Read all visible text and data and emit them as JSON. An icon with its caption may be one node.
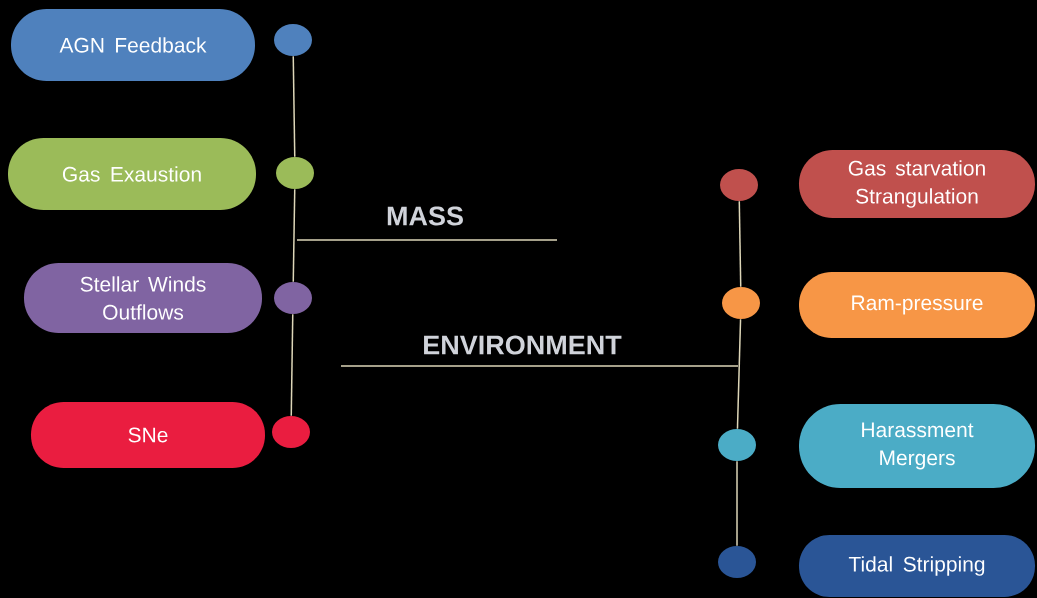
{
  "diagram": {
    "nodes": [
      {
        "text": [
          "AGN Feedback"
        ]
      },
      {
        "text": [
          "Gas Exaustion"
        ]
      },
      {
        "text": [
          "Stellar Winds Outflows"
        ]
      },
      {
        "text": [
          "SNe"
        ]
      },
      {
        "text": [],
        "shape": "circle"
      },
      {
        "text": [],
        "shape": "circle"
      },
      {
        "text": [],
        "shape": "circle"
      },
      {
        "text": [],
        "shape": "circle"
      },
      {
        "text": [
          "Gas starvation Strangulation"
        ]
      },
      {
        "text": [
          "Ram-pressure"
        ]
      },
      {
        "text": [
          "Harassment Mergers"
        ]
      },
      {
        "text": [
          "Tidal Stripping"
        ]
      },
      {
        "text": [],
        "shape": "circle"
      },
      {
        "text": [],
        "shape": "circle"
      },
      {
        "text": [],
        "shape": "circle"
      },
      {
        "text": [],
        "shape": "circle"
      }
    ],
    "edges": [
      {
        "from": 4,
        "to": 5,
        "arrow": "none"
      },
      {
        "from": 5,
        "to": 6,
        "arrow": "none"
      },
      {
        "from": 6,
        "to": 7,
        "arrow": "none"
      },
      {
        "from": 12,
        "to": 13,
        "arrow": "none"
      },
      {
        "from": 13,
        "to": 14,
        "arrow": "none"
      },
      {
        "from": 14,
        "to": 15,
        "arrow": "none"
      }
    ],
    "labels": [
      "MASS",
      "ENVIRONMENT"
    ]
  }
}
